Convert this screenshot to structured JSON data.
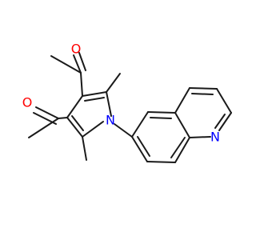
{
  "colors": {
    "bond": "#1a1a1a",
    "oxygen": "#ff0000",
    "nitrogen": "#0000ff",
    "background": "#ffffff"
  },
  "atoms": {
    "o_upper": "O",
    "o_left": "O",
    "n_pyrrole": "N",
    "n_quinoline": "N"
  }
}
